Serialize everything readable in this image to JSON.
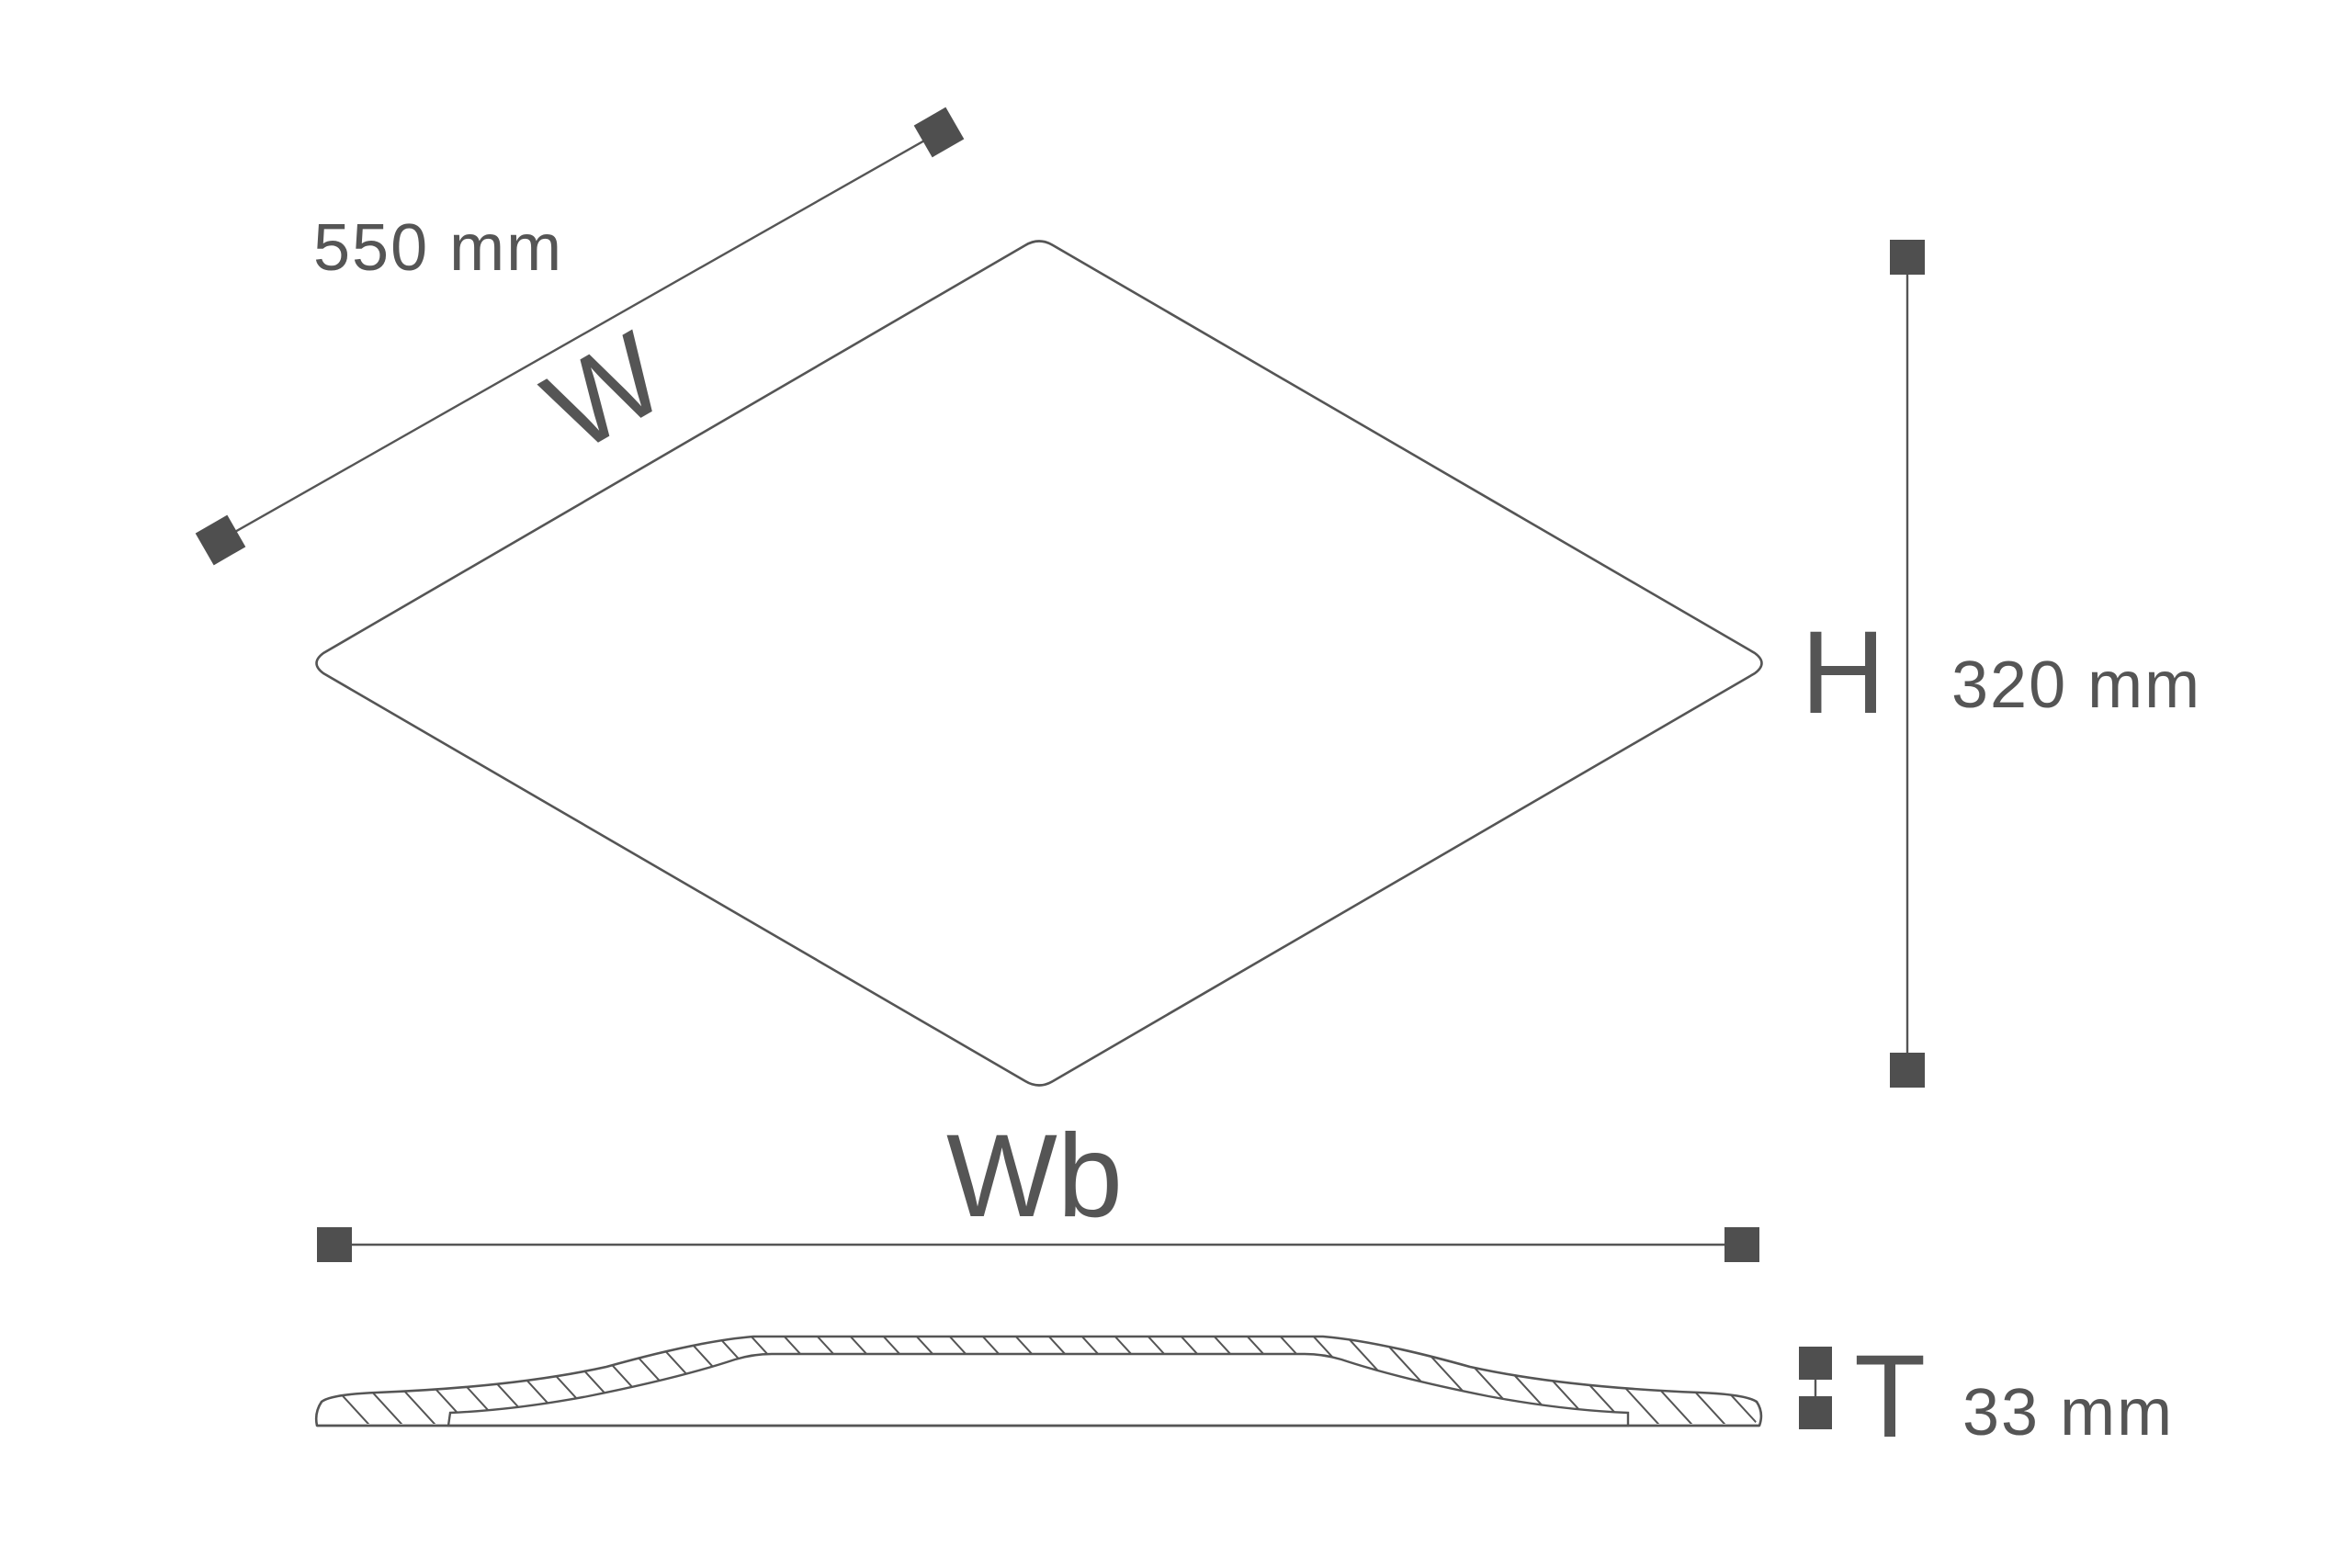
{
  "dimensions": {
    "width": {
      "symbol": "W",
      "value": "550 mm"
    },
    "height": {
      "symbol": "H",
      "value": "320 mm"
    },
    "base_width": {
      "symbol": "Wb"
    },
    "thickness": {
      "symbol": "T",
      "value": "33 mm"
    }
  },
  "colors": {
    "line": "#555555",
    "marker": "#4f4f4f",
    "background": "#ffffff"
  }
}
